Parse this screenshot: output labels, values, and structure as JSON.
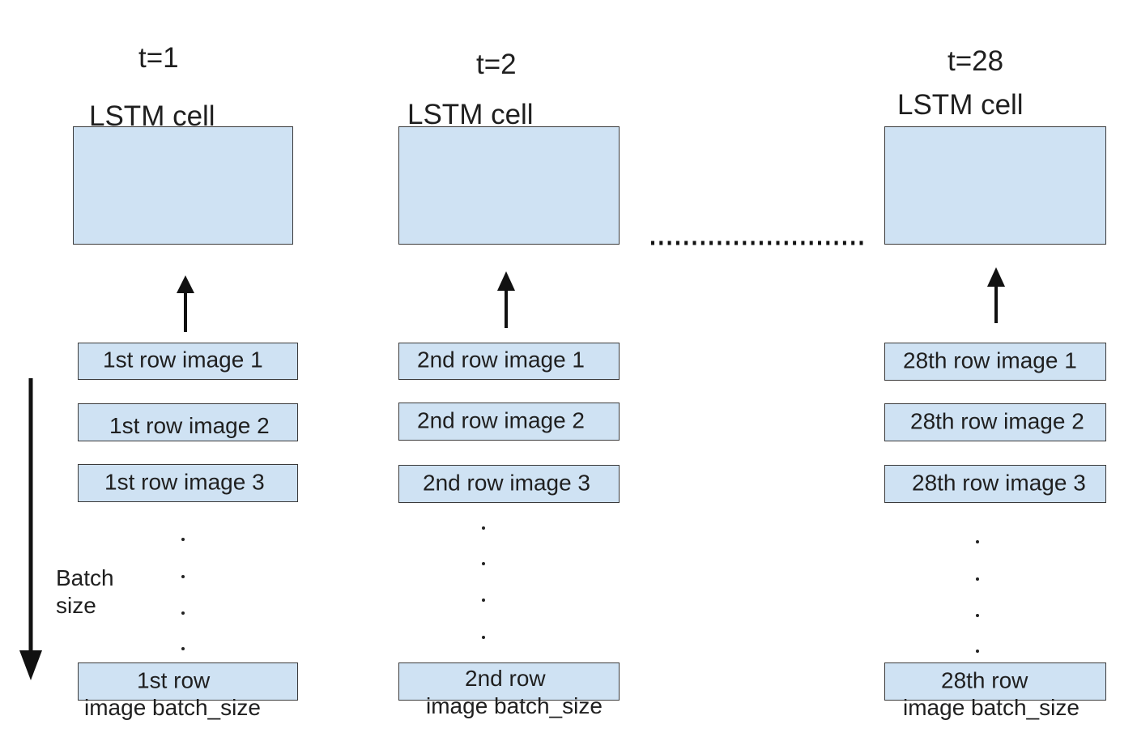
{
  "columns": [
    {
      "time_label": "t=1",
      "cell_label": "LSTM cell",
      "rows": [
        "1st row image 1",
        "1st row image 2",
        "1st row image 3"
      ],
      "last_row": "1st row",
      "last_caption": "image batch_size"
    },
    {
      "time_label": "t=2",
      "cell_label": "LSTM cell",
      "rows": [
        "2nd row image 1",
        "2nd row image 2",
        "2nd row image 3"
      ],
      "last_row": "2nd row",
      "last_caption": "image batch_size"
    },
    {
      "time_label": "t=28",
      "cell_label": "LSTM cell",
      "rows": [
        "28th row image 1",
        "28th row image 2",
        "28th row image 3"
      ],
      "last_row": "28th row",
      "last_caption": "image batch_size"
    }
  ],
  "batch_label": [
    "Batch",
    "size"
  ],
  "colors": {
    "box_fill": "#cfe2f3",
    "border": "#3a3a3a",
    "arrow": "#111111"
  }
}
